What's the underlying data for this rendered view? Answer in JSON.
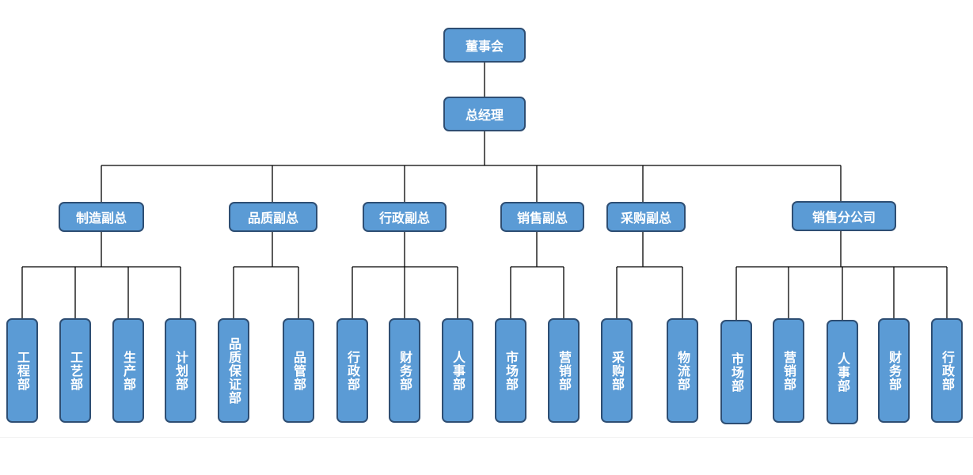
{
  "org": {
    "board": "董事会",
    "gm": "总经理",
    "vps": [
      {
        "label": "制造副总",
        "depts": [
          "工程部",
          "工艺部",
          "生产部",
          "计划部"
        ]
      },
      {
        "label": "品质副总",
        "depts": [
          "品质保证部",
          "品管部"
        ]
      },
      {
        "label": "行政副总",
        "depts": [
          "行政部",
          "财务部",
          "人事部"
        ]
      },
      {
        "label": "销售副总",
        "depts": [
          "市场部",
          "营销部"
        ]
      },
      {
        "label": "采购副总",
        "depts": [
          "采购部",
          "物流部"
        ]
      },
      {
        "label": "销售分公司",
        "depts": [
          "市场部",
          "营销部",
          "人事部",
          "财务部",
          "行政部"
        ]
      }
    ]
  },
  "colors": {
    "box_fill": "#5b9bd5",
    "box_border": "#2e4e73",
    "line": "#000000",
    "text": "#ffffff"
  }
}
